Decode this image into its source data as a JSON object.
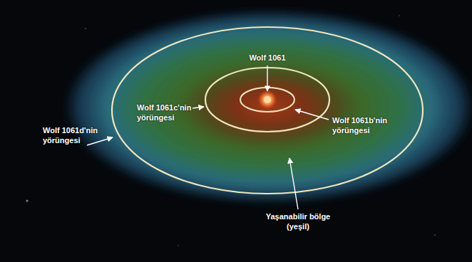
{
  "diagram": {
    "labels": [
      "Wolf 1061",
      "Wolf 1061c'nin yörüngesi",
      "Wolf 1061b'nin yörüngesi",
      "Wolf 1061d'nin yörüngesi",
      "Yaşanabilir bölge (yeşil)"
    ]
  }
}
